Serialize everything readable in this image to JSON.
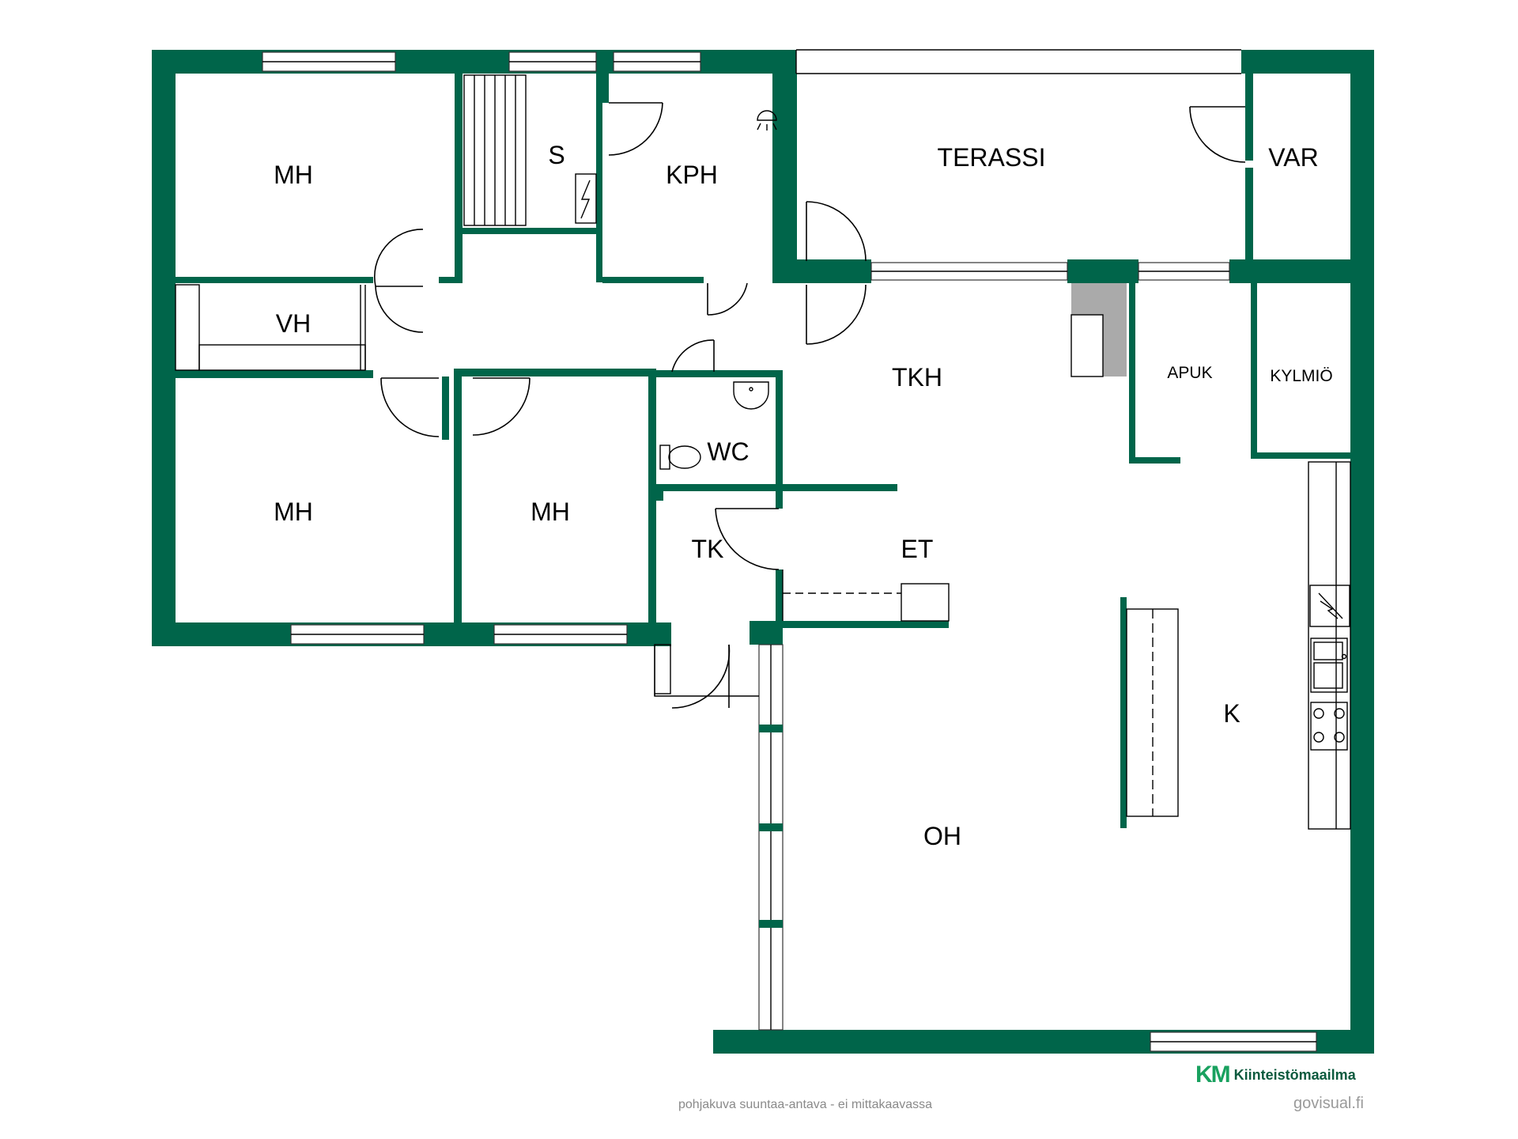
{
  "rooms": {
    "mh1": "MH",
    "s": "S",
    "kph": "KPH",
    "terassi": "TERASSI",
    "var": "VAR",
    "vh": "VH",
    "tkh": "TKH",
    "apuk": "APUK",
    "kylmio": "KYLMIÖ",
    "wc": "WC",
    "mh2": "MH",
    "mh3": "MH",
    "tk": "TK",
    "et": "ET",
    "k": "K",
    "oh": "OH"
  },
  "footer": {
    "caption": "pohjakuva suuntaa-antava - ei mittakaavassa",
    "website": "govisual.fi"
  },
  "logo": {
    "mark": "KM",
    "name": "Kiinteistömaailma"
  },
  "colors": {
    "wall": "#00654a",
    "logo_green": "#19a15f"
  }
}
